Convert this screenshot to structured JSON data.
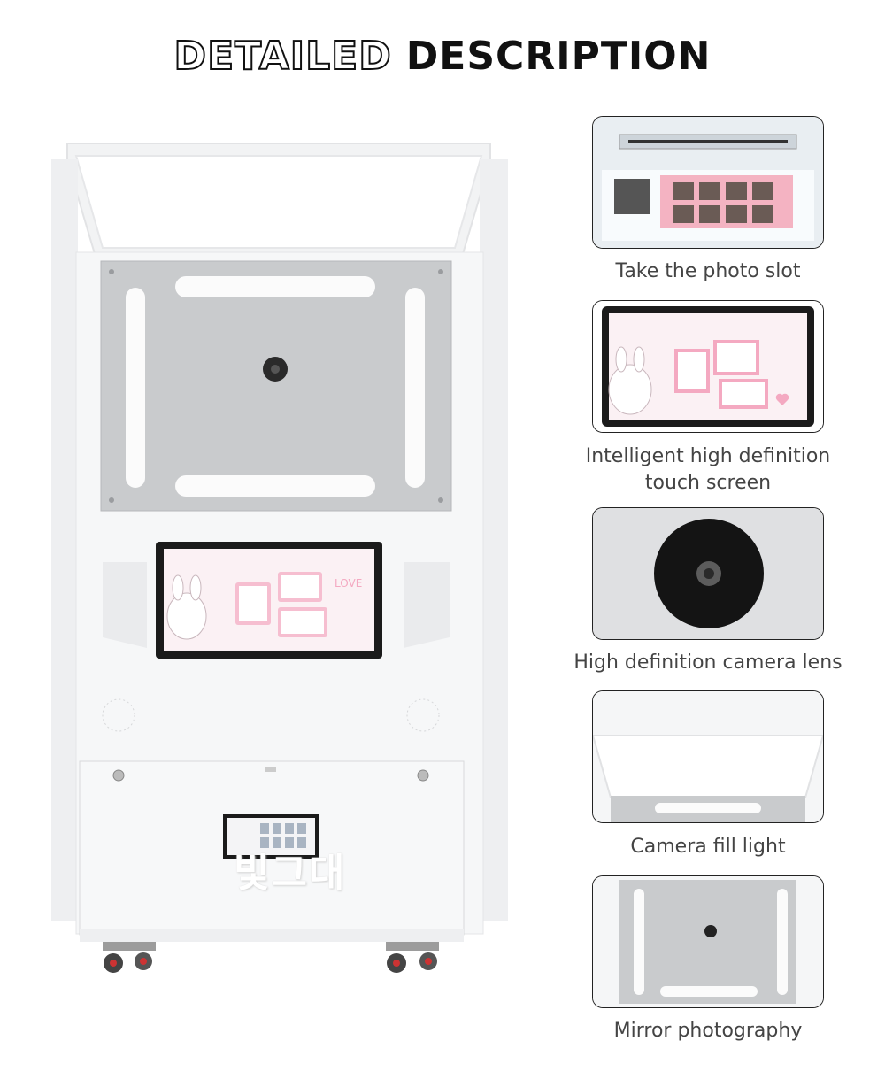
{
  "heading": {
    "outline_word": "DETAILED",
    "solid_word": "DESCRIPTION"
  },
  "kiosk": {
    "brand_text": "빛그대",
    "screen_love_text": "LOVE"
  },
  "details": [
    {
      "label": "Take the photo slot",
      "icon": "photo-slot"
    },
    {
      "label": "Intelligent high definition touch screen",
      "icon": "touch-screen"
    },
    {
      "label": "High definition camera lens",
      "icon": "camera-lens"
    },
    {
      "label": "Camera fill light",
      "icon": "fill-light"
    },
    {
      "label": "Mirror photography",
      "icon": "mirror"
    }
  ],
  "colors": {
    "booth_white": "#f5f6f7",
    "panel_grey": "#c9cbcd",
    "screen_bezel": "#1b1b1b",
    "accent_pink": "#f4a9c1"
  }
}
